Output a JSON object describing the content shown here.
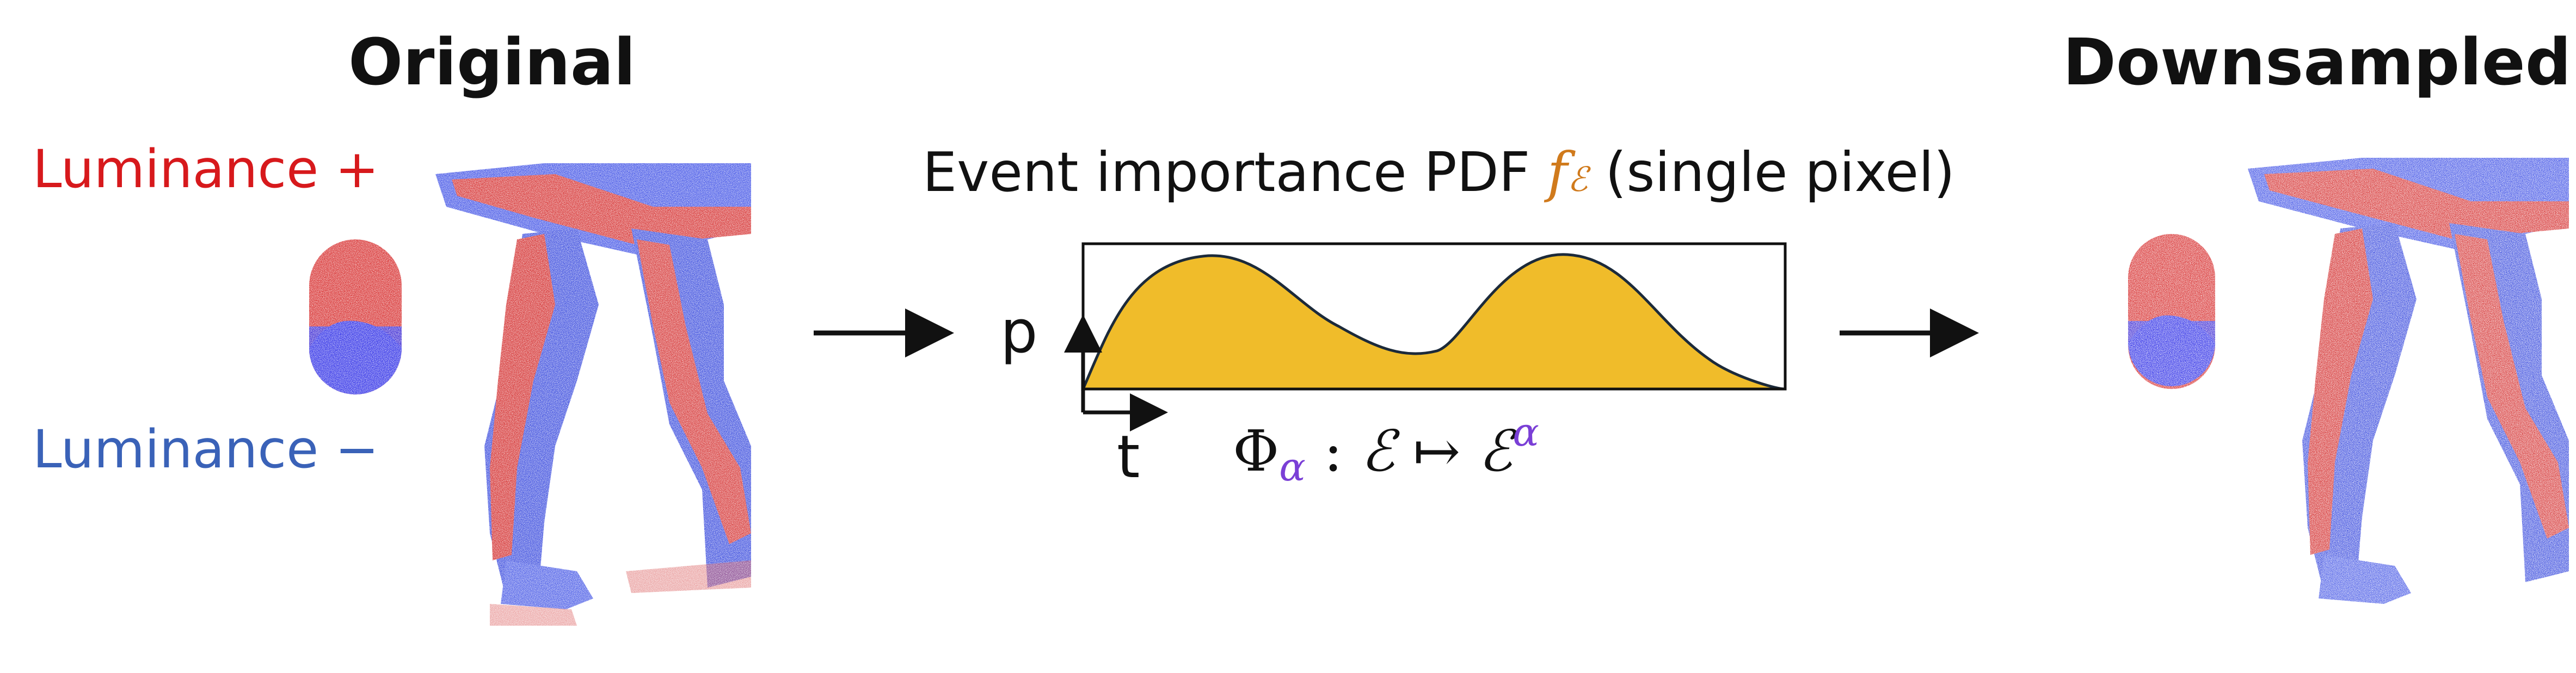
{
  "titles": {
    "original": "Original",
    "downsampled": "Downsampled"
  },
  "legend": {
    "positive": "Luminance +",
    "negative": "Luminance −",
    "positive_color": "#d7191c",
    "negative_color": "#3a62b8"
  },
  "pdf_panel": {
    "title_prefix": "Event importance PDF",
    "title_f": "f",
    "title_sub": "ℰ",
    "title_suffix": "(single pixel)",
    "y_axis_label": "p",
    "x_axis_label": "t",
    "fill_color": "#f0bc2a",
    "formula": {
      "phi": "Φ",
      "phi_sub": "α",
      "colon": ":",
      "set": "ℰ",
      "mapsto": "↦",
      "set_out": "ℰ",
      "set_out_sup": "α"
    }
  },
  "colors": {
    "accent_alpha": "#7a3fd6",
    "accent_f": "#d07a1c",
    "event_red": "#d7191c",
    "event_blue": "#2b3ff0"
  }
}
